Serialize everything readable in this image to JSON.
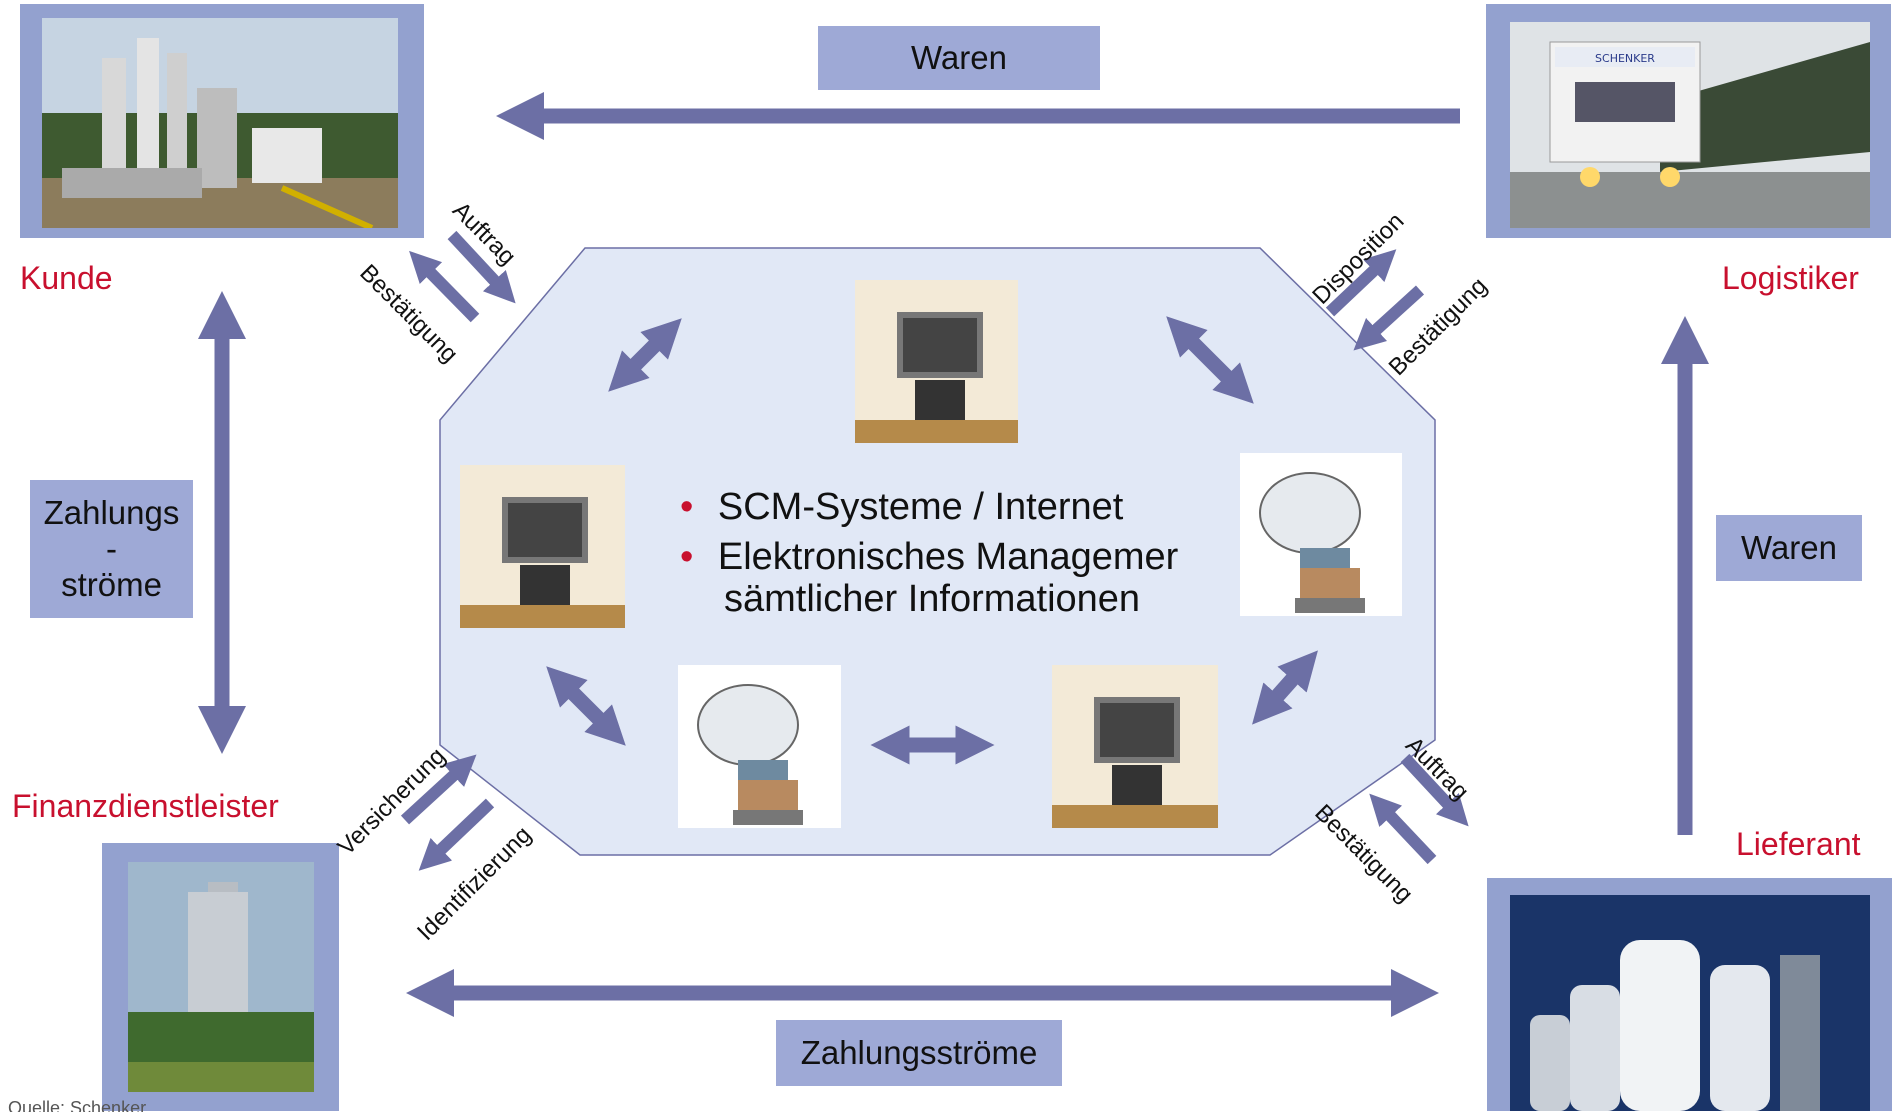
{
  "top_goods_label": "Waren",
  "right_goods_label": "Waren",
  "left_payment_label": [
    "Zahlungs",
    "-",
    "ströme"
  ],
  "bottom_payment_label": "Zahlungsströme",
  "roles": {
    "customer": "Kunde",
    "logistics": "Logistiker",
    "finance": "Finanzdienstleister",
    "supplier": "Lieferant"
  },
  "flows": {
    "customer_order": "Auftrag",
    "customer_confirm": "Bestätigung",
    "logistics_dispo": "Disposition",
    "logistics_confirm": "Bestätigung",
    "finance_insurance": "Versicherung",
    "finance_ident": "Identifizierung",
    "supplier_order": "Auftrag",
    "supplier_confirm": "Bestätigung"
  },
  "center_bullets": [
    "SCM-Systeme / Internet",
    "Elektronisches Managemer",
    "sämtlicher Informationen"
  ],
  "source_fragment": "Quelle: Schenker",
  "colors": {
    "arrow": "#6c6fa5",
    "role": "#c8102e",
    "label_box": "#9ea9d6",
    "hub": "#e1e8f6"
  }
}
